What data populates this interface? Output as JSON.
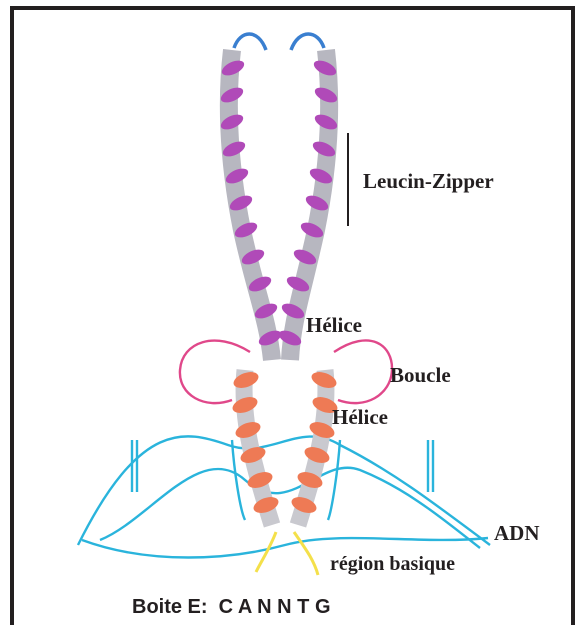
{
  "labels": {
    "leucin_zipper": "Leucin-Zipper",
    "helice_top": "Hélice",
    "boucle": "Boucle",
    "helice_bottom": "Hélice",
    "adn": "ADN",
    "region_basique": "région basique"
  },
  "caption": "Boite E:  C A N N T G",
  "colors": {
    "zipper_helix": "#b04ab8",
    "basic_helix": "#ee7a55",
    "loop": "#e0488a",
    "dna": "#2ab4dc",
    "turn": "#3a7fd0",
    "tail": "#f4e04a",
    "frame": "#231f20"
  }
}
